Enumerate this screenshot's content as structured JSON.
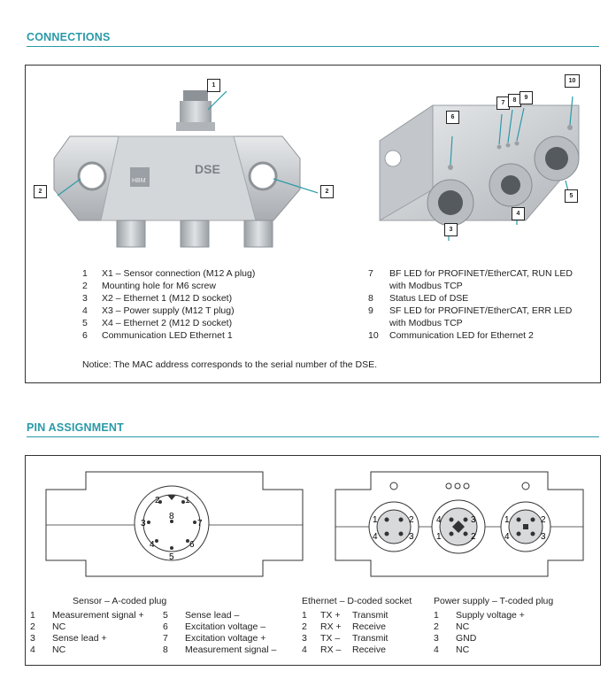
{
  "connections": {
    "title": "CONNECTIONS",
    "callouts": [
      "1",
      "2",
      "2",
      "3",
      "4",
      "5",
      "6",
      "7",
      "8",
      "9",
      "10"
    ],
    "device_marks": {
      "brand": "HBM",
      "model": "DSE"
    },
    "left_list": [
      {
        "n": "1",
        "text": "X1 – Sensor connection (M12 A plug)"
      },
      {
        "n": "2",
        "text": "Mounting hole for M6 screw"
      },
      {
        "n": "3",
        "text": "X2 – Ethernet 1 (M12 D socket)"
      },
      {
        "n": "4",
        "text": "X3 – Power supply (M12 T plug)"
      },
      {
        "n": "5",
        "text": "X4 – Ethernet 2 (M12 D socket)"
      },
      {
        "n": "6",
        "text": "Communication LED Ethernet 1"
      }
    ],
    "right_list": [
      {
        "n": "7",
        "line1": "BF LED for PROFINET/EtherCAT, RUN LED",
        "line2": "with Modbus TCP"
      },
      {
        "n": "8",
        "line1": "Status LED of DSE",
        "line2": ""
      },
      {
        "n": "9",
        "line1": "SF LED for PROFINET/EtherCAT, ERR LED",
        "line2": "with Modbus TCP"
      },
      {
        "n": "10",
        "line1": "Communication LED for Ethernet 2",
        "line2": ""
      }
    ],
    "notice": "Notice: The MAC address corresponds to the serial number of the DSE."
  },
  "pins": {
    "title": "PIN ASSIGNMENT",
    "sensor_pins": [
      "1",
      "2",
      "3",
      "4",
      "5",
      "6",
      "7",
      "8"
    ],
    "eth1_pins": [
      "1",
      "2",
      "3",
      "4"
    ],
    "eth2_pins": [
      "1",
      "2",
      "3",
      "4"
    ],
    "power_pins": [
      "1",
      "2",
      "3",
      "4"
    ],
    "sensor": {
      "title": "Sensor – A-coded plug",
      "rows_left": [
        {
          "n": "1",
          "text": "Measurement signal +"
        },
        {
          "n": "2",
          "text": "NC"
        },
        {
          "n": "3",
          "text": "Sense lead +"
        },
        {
          "n": "4",
          "text": "NC"
        }
      ],
      "rows_right": [
        {
          "n": "5",
          "text": "Sense lead –"
        },
        {
          "n": "6",
          "text": "Excitation voltage –"
        },
        {
          "n": "7",
          "text": "Excitation voltage +"
        },
        {
          "n": "8",
          "text": "Measurement signal –"
        }
      ]
    },
    "ethernet": {
      "title": "Ethernet – D-coded socket",
      "rows": [
        {
          "n": "1",
          "sig": "TX +",
          "desc": "Transmit"
        },
        {
          "n": "2",
          "sig": "RX +",
          "desc": "Receive"
        },
        {
          "n": "3",
          "sig": "TX –",
          "desc": "Transmit"
        },
        {
          "n": "4",
          "sig": "RX –",
          "desc": "Receive"
        }
      ]
    },
    "power": {
      "title": "Power supply – T-coded plug",
      "rows": [
        {
          "n": "1",
          "text": "Supply voltage +"
        },
        {
          "n": "2",
          "text": "NC"
        },
        {
          "n": "3",
          "text": "GND"
        },
        {
          "n": "4",
          "text": "NC"
        }
      ]
    }
  },
  "colors": {
    "accent": "#2a9aa8",
    "metal": "#c9ccd0",
    "metal_dark": "#9aa0a6",
    "outline": "#333333"
  }
}
